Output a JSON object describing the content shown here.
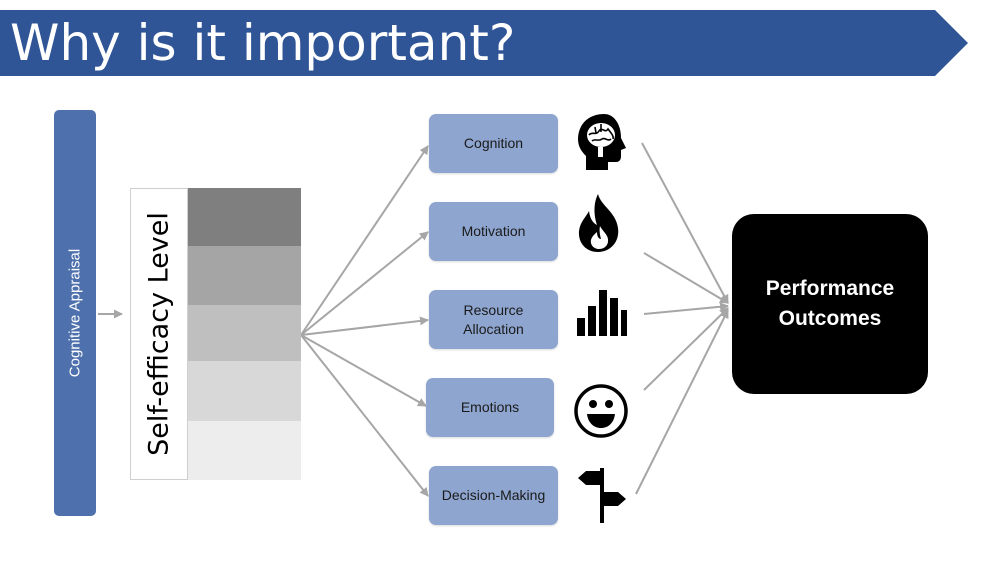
{
  "title": "Why is it important?",
  "appraisal_label": "Cognitive Appraisal",
  "self_efficacy_label": "Self-efficacy Level",
  "level_colors": [
    "#7f7f7f",
    "#a5a5a5",
    "#bfbfbf",
    "#d8d8d8",
    "#ededed"
  ],
  "factors": [
    {
      "label": "Cognition",
      "icon": "brain-head-icon"
    },
    {
      "label": "Motivation",
      "icon": "flame-icon"
    },
    {
      "label": "Resource Allocation",
      "icon": "bar-chart-icon"
    },
    {
      "label": "Emotions",
      "icon": "smiley-face-icon"
    },
    {
      "label": "Decision-Making",
      "icon": "signpost-icon"
    }
  ],
  "outcome": "Performance Outcomes",
  "colors": {
    "banner": "#2f5597",
    "appraisal": "#4e71ad",
    "factor_box": "#8ea5cf",
    "connector": "#a6a6a6",
    "outcome_box": "#000000"
  }
}
